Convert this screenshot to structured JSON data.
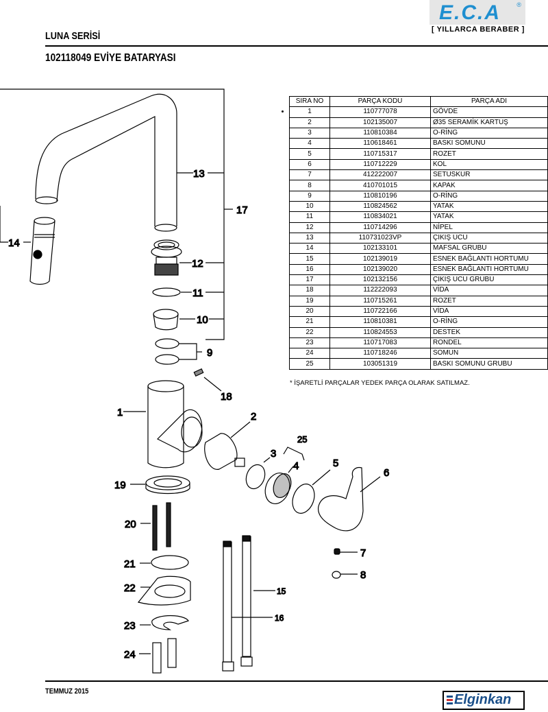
{
  "header": {
    "brand_logo": "E.C.A",
    "brand_registered": "®",
    "brand_slogan": "[ YILLARCA BERABER ]",
    "series_title": "LUNA SERİSİ",
    "product_title": "102118049 EVİYE BATARYASI",
    "brand_color": "#1f8fd0"
  },
  "parts_table": {
    "columns": [
      "SIRA NO",
      "PARÇA KODU",
      "PARÇA ADI"
    ],
    "marked_row": "1",
    "rows": [
      {
        "no": "1",
        "code": "110777078",
        "name": "GÖVDE"
      },
      {
        "no": "2",
        "code": "102135007",
        "name": "Ø35 SERAMİK KARTUŞ"
      },
      {
        "no": "3",
        "code": "110810384",
        "name": "O-RİNG"
      },
      {
        "no": "4",
        "code": "110618461",
        "name": "BASKI SOMUNU"
      },
      {
        "no": "5",
        "code": "110715317",
        "name": "ROZET"
      },
      {
        "no": "6",
        "code": "110712229",
        "name": "KOL"
      },
      {
        "no": "7",
        "code": "412222007",
        "name": "SETUSKUR"
      },
      {
        "no": "8",
        "code": "410701015",
        "name": "KAPAK"
      },
      {
        "no": "9",
        "code": "110810196",
        "name": "O-RİNG"
      },
      {
        "no": "10",
        "code": "110824562",
        "name": "YATAK"
      },
      {
        "no": "11",
        "code": "110834021",
        "name": "YATAK"
      },
      {
        "no": "12",
        "code": "110714296",
        "name": "NİPEL"
      },
      {
        "no": "13",
        "code": "110731023VP",
        "name": "ÇIKIŞ UCU"
      },
      {
        "no": "14",
        "code": "102133101",
        "name": "MAFSAL GRUBU"
      },
      {
        "no": "15",
        "code": "102139019",
        "name": "ESNEK BAĞLANTI HORTUMU"
      },
      {
        "no": "16",
        "code": "102139020",
        "name": "ESNEK BAĞLANTI HORTUMU"
      },
      {
        "no": "17",
        "code": "102132156",
        "name": "ÇIKIŞ UCU GRUBU"
      },
      {
        "no": "18",
        "code": "112222093",
        "name": "VİDA"
      },
      {
        "no": "19",
        "code": "110715261",
        "name": "ROZET"
      },
      {
        "no": "20",
        "code": "110722166",
        "name": "VİDA"
      },
      {
        "no": "21",
        "code": "110810381",
        "name": "O-RİNG"
      },
      {
        "no": "22",
        "code": "110824553",
        "name": "DESTEK"
      },
      {
        "no": "23",
        "code": "110717083",
        "name": "RONDEL"
      },
      {
        "no": "24",
        "code": "110718246",
        "name": "SOMUN"
      },
      {
        "no": "25",
        "code": "103051319",
        "name": "BASKI SOMUNU GRUBU"
      }
    ],
    "footnote": "* İŞARETLİ PARÇALAR YEDEK PARÇA OLARAK SATILMAZ."
  },
  "diagram": {
    "callouts": [
      "1",
      "2",
      "3",
      "4",
      "5",
      "6",
      "7",
      "8",
      "9",
      "10",
      "11",
      "12",
      "13",
      "14",
      "15",
      "16",
      "17",
      "18",
      "19",
      "20",
      "21",
      "22",
      "23",
      "24",
      "25"
    ]
  },
  "footer": {
    "date": "TEMMUZ 2015",
    "logo_text": "Elginkan",
    "logo_colors": [
      "#1a4f8a",
      "#d03030",
      "#1a4f8a"
    ]
  }
}
